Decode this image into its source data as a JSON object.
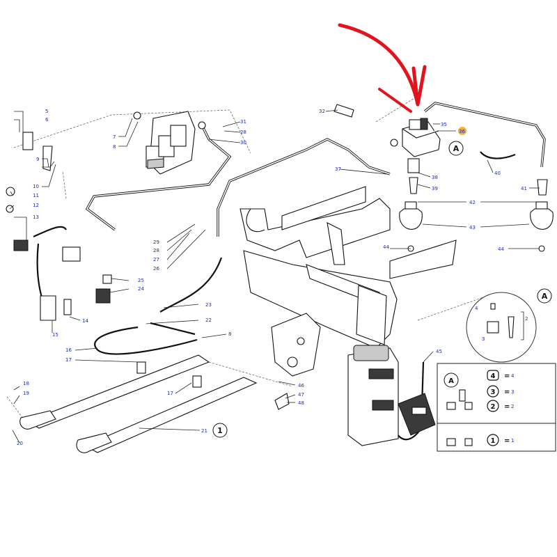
{
  "callouts": [
    {
      "id": "c5",
      "text": "5"
    },
    {
      "id": "c6",
      "text": "6"
    },
    {
      "id": "c7",
      "text": "7"
    },
    {
      "id": "c8a",
      "text": "8"
    },
    {
      "id": "c9",
      "text": "9"
    },
    {
      "id": "c10",
      "text": "10"
    },
    {
      "id": "c11",
      "text": "11"
    },
    {
      "id": "c12",
      "text": "12"
    },
    {
      "id": "c13",
      "text": "13"
    },
    {
      "id": "c14",
      "text": "14"
    },
    {
      "id": "c15",
      "text": "15"
    },
    {
      "id": "c16",
      "text": "16"
    },
    {
      "id": "c17a",
      "text": "17"
    },
    {
      "id": "c17b",
      "text": "17"
    },
    {
      "id": "c18",
      "text": "18"
    },
    {
      "id": "c19",
      "text": "19"
    },
    {
      "id": "c20",
      "text": "20"
    },
    {
      "id": "c21",
      "text": "21"
    },
    {
      "id": "c22",
      "text": "22"
    },
    {
      "id": "c23",
      "text": "23"
    },
    {
      "id": "c24",
      "text": "24"
    },
    {
      "id": "c25",
      "text": "25"
    },
    {
      "id": "c26",
      "text": "26"
    },
    {
      "id": "c27",
      "text": "27"
    },
    {
      "id": "c28a",
      "text": "28"
    },
    {
      "id": "c29",
      "text": "29"
    },
    {
      "id": "c28b",
      "text": "28"
    },
    {
      "id": "c30",
      "text": "30"
    },
    {
      "id": "c31",
      "text": "31"
    },
    {
      "id": "c32",
      "text": "32"
    },
    {
      "id": "c35",
      "text": "35"
    },
    {
      "id": "c36",
      "text": "36"
    },
    {
      "id": "c37",
      "text": "37"
    },
    {
      "id": "c38",
      "text": "38"
    },
    {
      "id": "c39",
      "text": "39"
    },
    {
      "id": "c40",
      "text": "40"
    },
    {
      "id": "c41",
      "text": "41"
    },
    {
      "id": "c42",
      "text": "42"
    },
    {
      "id": "c43",
      "text": "43"
    },
    {
      "id": "c44a",
      "text": "44"
    },
    {
      "id": "c44b",
      "text": "44"
    },
    {
      "id": "c45",
      "text": "45"
    },
    {
      "id": "c46",
      "text": "46"
    },
    {
      "id": "c47",
      "text": "47"
    },
    {
      "id": "c48",
      "text": "48"
    },
    {
      "id": "c8b",
      "text": "8"
    },
    {
      "id": "c2",
      "text": "2"
    },
    {
      "id": "c3",
      "text": "3"
    },
    {
      "id": "c4",
      "text": "4"
    }
  ],
  "circles": {
    "A_main": "A",
    "A_detail": "A",
    "one_main": "1",
    "inset_A": "A"
  },
  "inset": {
    "row4_num": "4",
    "row4_eq": "=",
    "row4_val": "4",
    "row3_num": "3",
    "row3_eq": "=",
    "row3_val": "3",
    "row2_num": "2",
    "row2_eq": "=",
    "row2_val": "2",
    "row1_num": "1",
    "row1_eq": "=",
    "row1_val": "1"
  },
  "colors": {
    "callout_text": "#1a2bb8",
    "highlight_arrow": "#e0141e",
    "highlight_badge": "#f2b233",
    "line": "#222222"
  }
}
